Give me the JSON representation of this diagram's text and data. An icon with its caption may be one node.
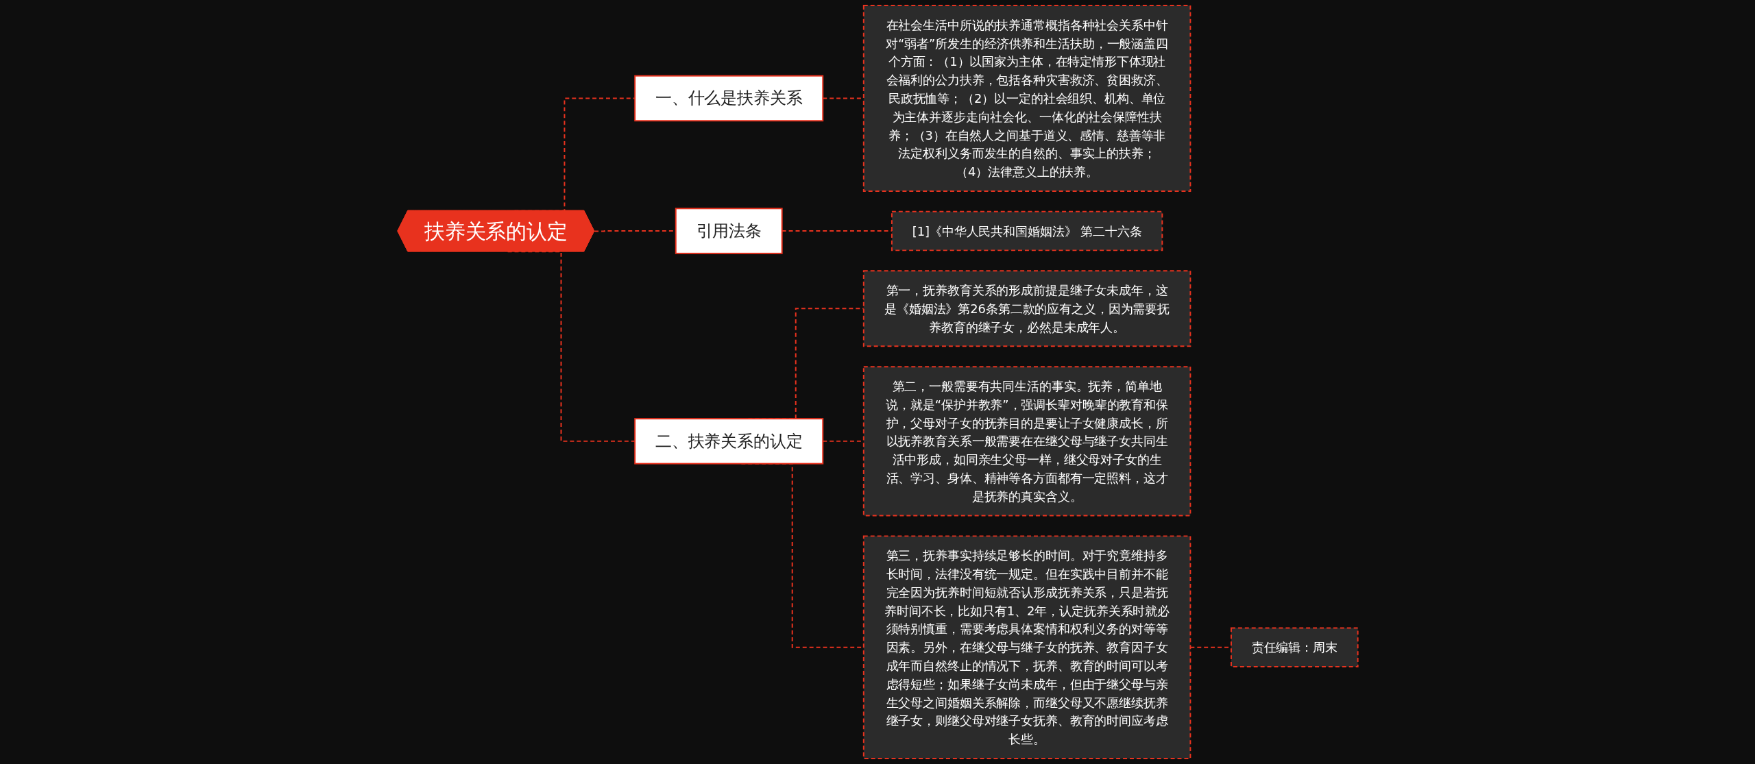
{
  "diagram": {
    "nodes": [
      {
        "text": [
          "扶养关系的认定"
        ]
      },
      {
        "text": [
          "一、什么是扶养关系"
        ]
      },
      {
        "text": [
          "在社会生活中所说的扶养通常概指各种社会关系中针对“弱者”所发生的经济供养和生活扶助，一般涵盖四个方面：（1）以国家为主体，在特定情形下体现社会福利的公力扶养，包括各种灾害救济、贫困救济、民政抚恤等；（2）以一定的社会组织、机构、单位为主体并逐步走向社会化、一体化的社会保障性扶养；（3）在自然人之间基于道义、感情、慈善等非法定权利义务而发生的自然的、事实上的扶养；（4）法律意义上的扶养。"
        ]
      },
      {
        "text": [
          "引用法条"
        ]
      },
      {
        "text": [
          "[1]《中华人民共和国婚姻法》 第二十六条"
        ]
      },
      {
        "text": [
          "二、扶养关系的认定"
        ]
      },
      {
        "text": [
          "第一，抚养教育关系的形成前提是继子女未成年，这是《婚姻法》第26条第二款的应有之义，因为需要抚养教育的继子女，必然是未成年人。"
        ]
      },
      {
        "text": [
          "第二，一般需要有共同生活的事实。抚养，简单地说，就是“保护并教养”，强调长辈对晚辈的教育和保护，父母对子女的抚养目的是要让子女健康成长，所以抚养教育关系一般需要在在继父母与继子女共同生活中形成，如同亲生父母一样，继父母对子女的生活、学习、身体、精神等各方面都有一定照料，这才是抚养的真实含义。"
        ]
      },
      {
        "text": [
          "第三，抚养事实持续足够长的时间。对于究竟维持多长时间，法律没有统一规定。但在实践中目前并不能完全因为抚养时间短就否认形成抚养关系，只是若抚养时间不长，比如只有1、2年，认定抚养关系时就必须特别慎重，需要考虑具体案情和权利义务的对等等因素。另外，在继父母与继子女的抚养、教育因子女成年而自然终止的情况下，抚养、教育的时间可以考虑得短些；如果继子女尚未成年，但由于继父母与亲生父母之间婚姻关系解除，而继父母又不愿继续抚养继子女，则继父母对继子女抚养、教育的时间应考虑长些。"
        ]
      },
      {
        "text": [
          "责任编辑：周末"
        ]
      }
    ],
    "edges": [
      {
        "from": 0,
        "to": 1,
        "arrow": "none",
        "style": "dashed"
      },
      {
        "from": 1,
        "to": 2,
        "arrow": "none",
        "style": "dashed"
      },
      {
        "from": 0,
        "to": 3,
        "arrow": "none",
        "style": "dashed"
      },
      {
        "from": 3,
        "to": 4,
        "arrow": "none",
        "style": "dashed"
      },
      {
        "from": 0,
        "to": 5,
        "arrow": "none",
        "style": "dashed"
      },
      {
        "from": 5,
        "to": 6,
        "arrow": "none",
        "style": "dashed"
      },
      {
        "from": 5,
        "to": 7,
        "arrow": "none",
        "style": "dashed"
      },
      {
        "from": 5,
        "to": 8,
        "arrow": "none",
        "style": "dashed"
      },
      {
        "from": 8,
        "to": 9,
        "arrow": "none",
        "style": "dashed"
      }
    ]
  }
}
